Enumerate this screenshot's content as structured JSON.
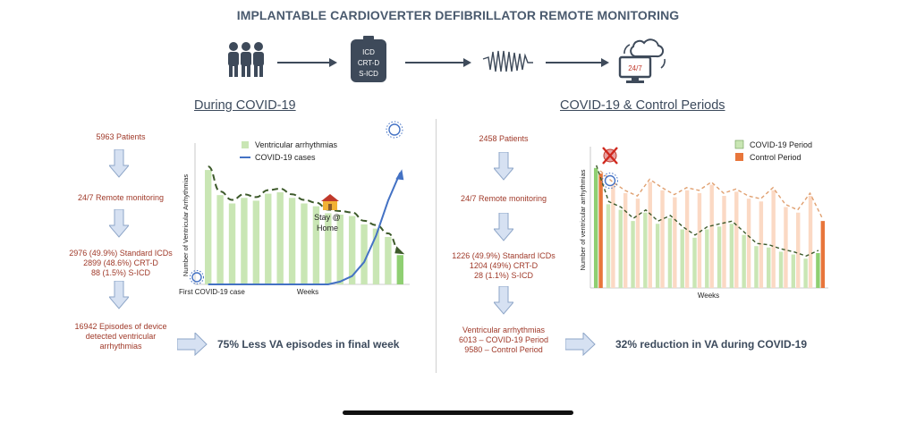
{
  "title": "IMPLANTABLE CARDIOVERTER DEFIBRILLATOR REMOTE MONITORING",
  "workflow": {
    "device_lines": [
      "ICD",
      "CRT-D",
      "S-ICD"
    ],
    "monitor_label": "24/7"
  },
  "left": {
    "section_title": "During COVID-19",
    "patients": "5963 Patients",
    "monitoring": "24/7 Remote monitoring",
    "devices": [
      "2976 (49.9%) Standard ICDs",
      "2899 (48.6%) CRT-D",
      "88 (1.5%) S-ICD"
    ],
    "episodes": [
      "16942 Episodes of device",
      "detected ventricular",
      "arrhythmias"
    ],
    "conclusion": "75% Less VA episodes in final week"
  },
  "right": {
    "section_title": "COVID-19 & Control Periods",
    "patients": "2458 Patients",
    "monitoring": "24/7 Remote monitoring",
    "devices": [
      "1226 (49.9%) Standard ICDs",
      "1204 (49%) CRT-D",
      "28 (1.1%) S-ICD"
    ],
    "va": [
      "Ventricular arrhythmias",
      "6013 – COVID-19 Period",
      "9580 – Control Period"
    ],
    "conclusion": "32% reduction in VA during COVID-19"
  },
  "colors": {
    "bar_green": "#c9e6b4",
    "bar_green_strong": "#8fcf72",
    "bar_orange_light": "#fbd9c4",
    "bar_orange_strong": "#e8763b",
    "covid_line": "#4472c4",
    "trend_dark": "#3d5a2a",
    "trend_orange": "#e0a070",
    "red_text": "#a03a2a",
    "arrow_fill": "#d6e1f2",
    "arrow_stroke": "#8ea6c8"
  },
  "chart_data": [
    {
      "type": "bar",
      "x": [
        "1",
        "2",
        "3",
        "4",
        "5",
        "6",
        "7",
        "8",
        "9",
        "10",
        "11",
        "12",
        "13",
        "14",
        "15",
        "16",
        "17"
      ],
      "series": [
        {
          "name": "Ventricular arrhythmias",
          "values": [
            8.2,
            6.4,
            5.8,
            6.2,
            6.0,
            6.5,
            6.6,
            6.2,
            5.8,
            5.6,
            5.1,
            5.0,
            4.9,
            4.3,
            4.0,
            3.4,
            2.1
          ]
        },
        {
          "name": "COVID-19 cases",
          "values": [
            0.0,
            0.0,
            0.0,
            0.0,
            0.0,
            0.0,
            0.0,
            0.0,
            0.0,
            0.0,
            0.0,
            0.2,
            0.6,
            1.6,
            3.5,
            6.0,
            8.0
          ]
        }
      ],
      "xlabel": "Weeks",
      "ylabel": "Number of Ventricular Arrhythmias",
      "annotations": [
        "First COVID-19 case",
        "Stay @",
        "Home"
      ],
      "legend": "top-right",
      "ylim": [
        0,
        10
      ]
    },
    {
      "type": "bar",
      "x": [
        "1",
        "2",
        "3",
        "4",
        "5",
        "6",
        "7",
        "8",
        "9",
        "10",
        "11",
        "12",
        "13",
        "14",
        "15",
        "16",
        "17",
        "18",
        "19"
      ],
      "series": [
        {
          "name": "COVID-19 Period",
          "values": [
            8.6,
            6.0,
            5.6,
            4.8,
            5.4,
            4.6,
            5.0,
            4.2,
            3.6,
            4.2,
            4.4,
            4.6,
            3.8,
            3.0,
            2.9,
            2.6,
            2.4,
            2.1,
            2.5
          ]
        },
        {
          "name": "Control Period",
          "values": [
            8.2,
            7.4,
            6.8,
            6.4,
            7.6,
            7.0,
            6.5,
            7.0,
            6.8,
            7.4,
            6.6,
            6.9,
            6.4,
            6.2,
            7.0,
            5.8,
            5.4,
            6.6,
            4.8
          ]
        }
      ],
      "xlabel": "Weeks",
      "ylabel": "Number of ventricular arrhythmias",
      "legend": "top-right",
      "ylim": [
        0,
        10
      ]
    }
  ]
}
